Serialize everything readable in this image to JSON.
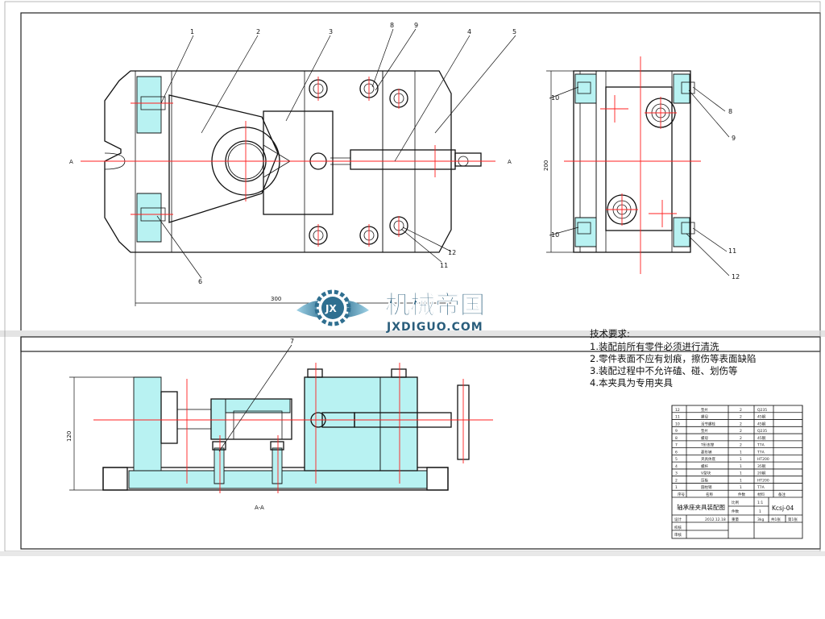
{
  "drawing": {
    "section_marker": "A",
    "section_view_label": "A-A",
    "dimensions": {
      "width_top": "300",
      "height_side": "200",
      "height_front": "120"
    },
    "balloons": {
      "top_view": [
        "1",
        "2",
        "3",
        "8",
        "9",
        "4",
        "5",
        "6",
        "11",
        "12"
      ],
      "side_view": [
        "10",
        "10",
        "8",
        "9",
        "11",
        "12"
      ],
      "front_view": [
        "7"
      ]
    }
  },
  "watermark": {
    "cn": "机械帝国",
    "en": "JXDIGUO.COM",
    "logo_letters": "JX"
  },
  "requirements": {
    "heading": "技术要求:",
    "items": [
      "1.装配前所有零件必须进行清洗",
      "2.零件表面不应有划痕，擦伤等表面缺陷",
      "3.装配过程中不允许磕、碰、划伤等",
      "4.本夹具为专用夹具"
    ]
  },
  "title_block": {
    "parts": [
      {
        "no": "12",
        "name": "垫片",
        "qty": "2",
        "mat": "Q235"
      },
      {
        "no": "11",
        "name": "螺母",
        "qty": "2",
        "mat": "45钢"
      },
      {
        "no": "10",
        "name": "活节螺栓",
        "qty": "2",
        "mat": "45钢"
      },
      {
        "no": "9",
        "name": "垫片",
        "qty": "2",
        "mat": "Q235"
      },
      {
        "no": "8",
        "name": "螺母",
        "qty": "2",
        "mat": "45钢"
      },
      {
        "no": "7",
        "name": "T形支撑",
        "qty": "2",
        "mat": "T7A"
      },
      {
        "no": "6",
        "name": "菱形销",
        "qty": "1",
        "mat": "T7A"
      },
      {
        "no": "5",
        "name": "夹具体底",
        "qty": "1",
        "mat": "HT200"
      },
      {
        "no": "4",
        "name": "螺杆",
        "qty": "1",
        "mat": "35钢"
      },
      {
        "no": "3",
        "name": "V型块",
        "qty": "1",
        "mat": "20钢"
      },
      {
        "no": "2",
        "name": "压板",
        "qty": "1",
        "mat": "HT200"
      },
      {
        "no": "1",
        "name": "圆柱销",
        "qty": "1",
        "mat": "T7A"
      }
    ],
    "header": {
      "no": "序号",
      "name": "名称",
      "qty": "件数",
      "mat": "材料",
      "note": "备注"
    },
    "drawing_title": "轴承座夹具装配图",
    "drawing_code": "Kcsj-04",
    "scale_label": "比例",
    "scale": "1:1",
    "count_label": "件数",
    "count": "1",
    "weight_label": "重量",
    "weight": "3kg",
    "sheet": "第1张",
    "sheets": "共1张",
    "design_label": "设计",
    "date": "2012.12.18",
    "check_label": "校核",
    "review_label": "审核"
  }
}
